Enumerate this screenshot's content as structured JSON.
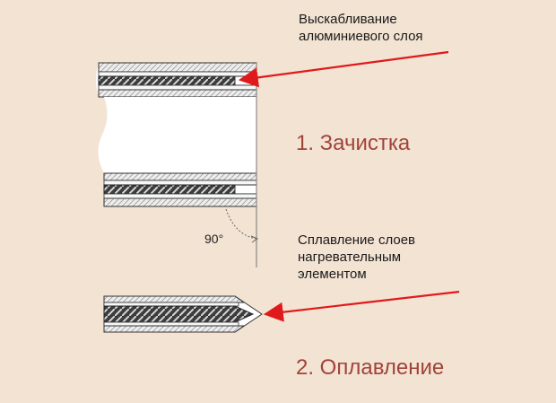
{
  "annotations": {
    "scraping_label": "Выскабливание\nалюминиевого слоя",
    "fusing_label": "Сплавление слоев\nнагревательным\nэлементом",
    "angle_label": "90°"
  },
  "steps": [
    {
      "label": "1. Зачистка"
    },
    {
      "label": "2. Оплавление"
    }
  ],
  "colors": {
    "background": "#f3e3d3",
    "arrow": "#e01a1a",
    "step_text": "#a0443a",
    "pipe_outline": "#333333",
    "layer_fill": "#e7e7e7",
    "core_fill": "#4a4a4a"
  }
}
